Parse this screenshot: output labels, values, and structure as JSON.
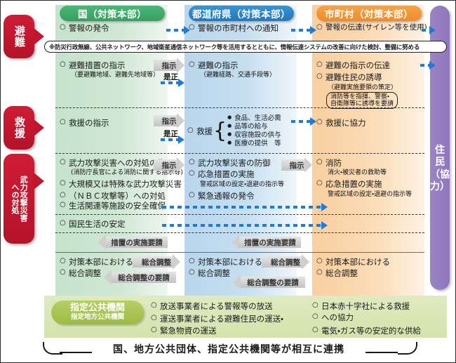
{
  "columns": {
    "kuni": "国（対策本部）",
    "ken": "都道府県（対策本部）",
    "shi": "市町村（対策本部）",
    "residents_l1": "住",
    "residents_l2": "民",
    "residents_l3": "（協",
    "residents_l4": "力）"
  },
  "side_tabs": {
    "hinan": "避難",
    "kyuen": "救援",
    "buryoku_1": "武力攻撃災害",
    "buryoku_2": "への対処"
  },
  "note": "※防災行政無線、公共ネットワーク、地域衛星通信ネットワーク等を活用するとともに、情報伝達システムの改善に向けた検討、整備に努める",
  "row_hinan": {
    "kuni_warn": "警報の発令",
    "ken_warn": "警報の市町村への通知",
    "shi_warn": "警報の伝達(サイレン等を使用)",
    "kuni_instr": "避難措置の指示",
    "kuni_instr_sub": "（要避難地域、避難先地域等）",
    "ken_instr": "避難の指示",
    "ken_instr_sub": "（避難経路、交通手段等）",
    "shi_instr": "避難の指示の伝達",
    "shi_guide": "避難住民の誘導",
    "shi_guide_sub1": "（避難実施要領の策定）",
    "shi_guide_sub2": "消防等を指揮、警察・",
    "shi_guide_sub3": "自衛隊等に誘導を要請"
  },
  "row_kyuen": {
    "kuni": "救援の指示",
    "ken": "救援",
    "ken_item1": "食品、生活必需",
    "ken_item1b": "品等の給与",
    "ken_item2": "収容施設の供与",
    "ken_item3": "医療の提供　等",
    "shi": "救援に協力"
  },
  "row_buryoku": {
    "kuni_1": "武力攻撃災害への対処の指示",
    "kuni_1_sub": "(消防庁長官による消防に関する指示等)",
    "kuni_2a": "大規模又は特殊な武力攻撃災害",
    "kuni_2b": "（ＮＢＣ攻撃等）への対処",
    "kuni_3": "生活関連等施設の安全確保",
    "kuni_4": "国民生活の安定",
    "ken_1": "武力攻撃災害の防御",
    "ken_2": "応急措置の実施",
    "ken_2_sub": "警戒区域の設定・退避の指示等",
    "ken_3": "緊急通報の発令",
    "shi_1": "消防",
    "shi_1_sub": "消火・被災者の救助等",
    "shi_2": "応急措置の実施",
    "shi_2_sub": "警戒区域の設定・退避の指示等"
  },
  "row_chosei": {
    "kuni": "対策本部における",
    "kuni_2": "総合調整",
    "ken": "対策本部における",
    "ken_2": "総合調整",
    "shi": "対策本部における",
    "shi_2": "総合調整"
  },
  "arrows": {
    "shiji": "指示",
    "zesei": "是正",
    "sochi_yousei": "措置の実施要請",
    "sogochosei": "総合調整",
    "sogochosei_yousei": "総合調整の要請"
  },
  "bottom": {
    "pill_line1": "指定公共機関",
    "pill_line2": "指定地方公共機関",
    "item1": "放送事業者による警報等の放送",
    "item2a": "運送事業者による避難住民の運送・",
    "item2b": "緊急物資の運送",
    "item3a": "日本赤十字社による救援",
    "item3b": "への協力",
    "item4": "電気・ガス等の安定的な供給"
  },
  "footer": "国、地方公共団体、指定公共機関等が相互に連携",
  "colors": {
    "kuni": "#35a05f",
    "ken": "#2179bd",
    "shi": "#ef8c27",
    "residents": "#8f76bd",
    "red_tab": "#c01630",
    "designated": "#9cbc44",
    "blue_arrow": "#1f7ad8"
  }
}
